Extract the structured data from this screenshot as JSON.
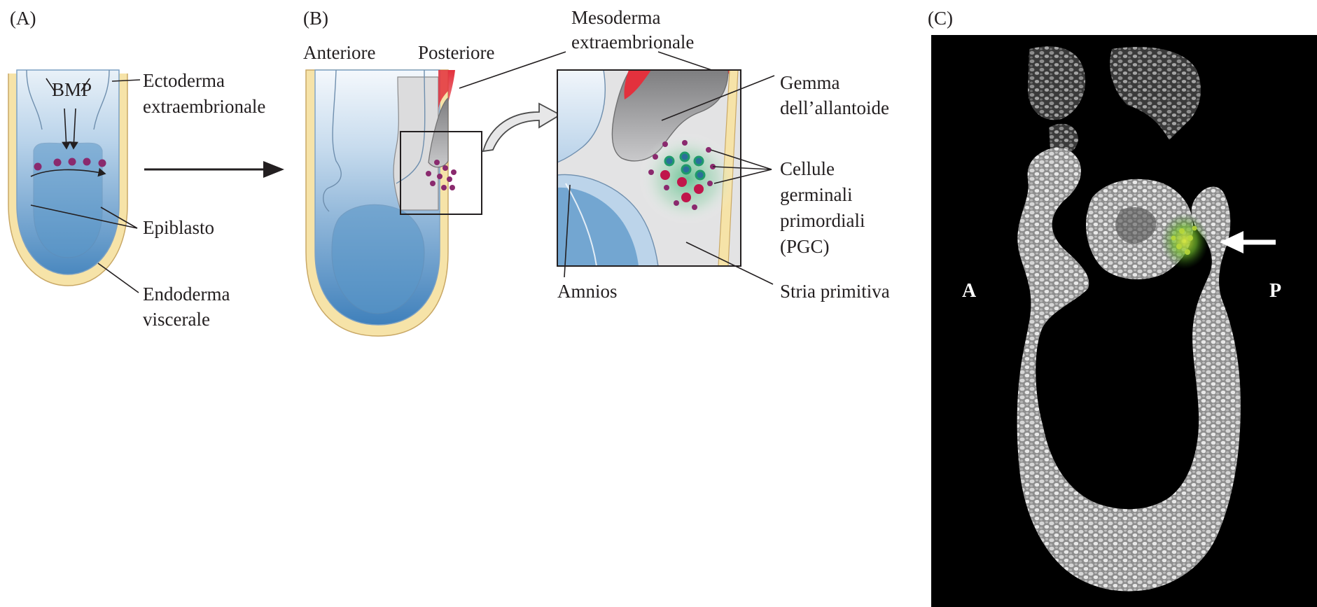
{
  "panels": {
    "a": {
      "letter": "(A)",
      "bmp": "BMP",
      "ectoderm": [
        "Ectoderma",
        "extraembrionale"
      ],
      "epiblast": "Epiblasto",
      "endoderm": [
        "Endoderma",
        "viscerale"
      ]
    },
    "b": {
      "letter": "(B)",
      "anterior": "Anteriore",
      "posterior": "Posteriore",
      "mesoderm": [
        "Mesoderma",
        "extraembrionale"
      ],
      "allantois": [
        "Gemma",
        "dell’allantoide"
      ],
      "pgc": [
        "Cellule",
        "germinali",
        "primordiali",
        "(PGC)"
      ],
      "amnion": "Amnios",
      "streak": "Stria primitiva"
    },
    "c": {
      "letter": "(C)",
      "a_mark": "A",
      "p_mark": "P"
    }
  },
  "colors": {
    "epiblast_blue": "#5b97c8",
    "yolk_rim": "#f6e3a8",
    "pgc_magenta": "#8a2a6e",
    "pgc_red": "#c0174b",
    "pgc_green": "#1f9a6a",
    "mesoderm_red": "#e3313d",
    "micro_bg": "#000000",
    "micro_green": "#7dc12a"
  },
  "icons": {
    "transition": "right-arrow-icon",
    "zoom": "curved-zoom-arrow-icon",
    "marker": "white-pointer-arrow-icon"
  }
}
